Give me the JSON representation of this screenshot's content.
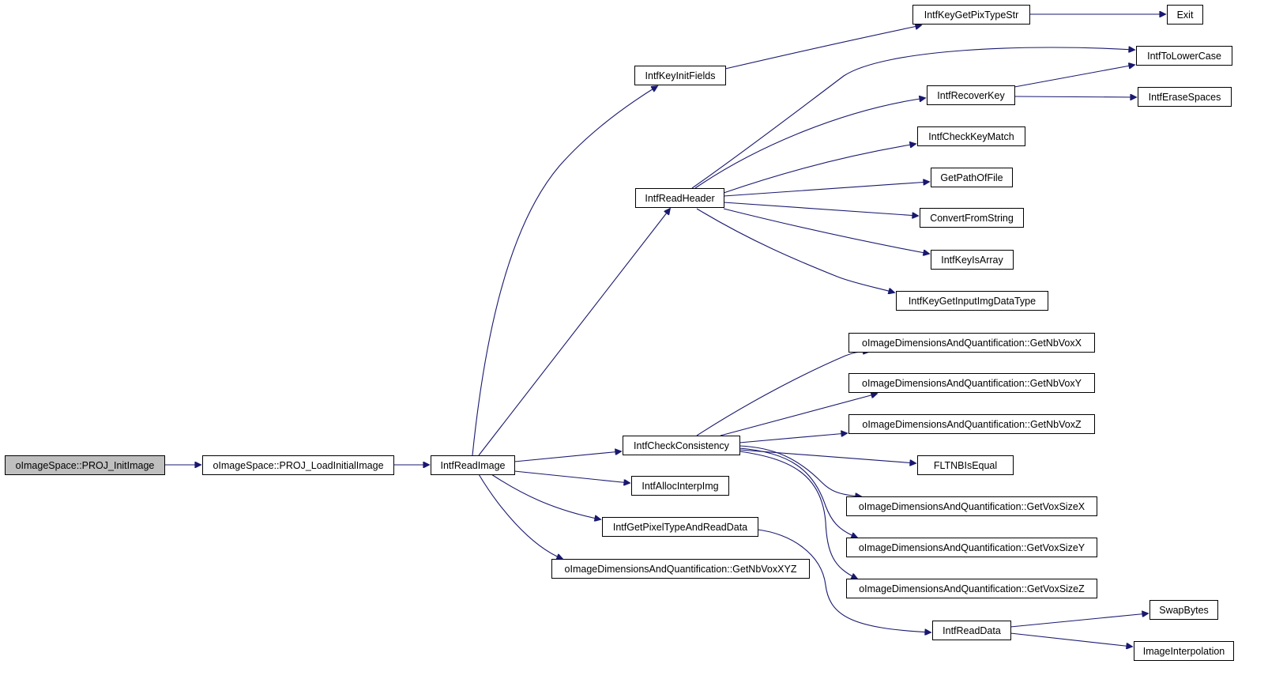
{
  "colors": {
    "edge": "#191970",
    "node_fill": "#ffffff",
    "root_fill": "#bfbfbf",
    "node_border": "#000000"
  },
  "nodes": [
    {
      "id": "n0",
      "label": "oImageSpace::PROJ_InitImage",
      "root": true
    },
    {
      "id": "n1",
      "label": "oImageSpace::PROJ_LoadInitialImage"
    },
    {
      "id": "n2",
      "label": "IntfReadImage"
    },
    {
      "id": "n3",
      "label": "IntfKeyInitFields"
    },
    {
      "id": "n4",
      "label": "IntfReadHeader"
    },
    {
      "id": "n5",
      "label": "IntfCheckConsistency"
    },
    {
      "id": "n6",
      "label": "IntfAllocInterpImg"
    },
    {
      "id": "n7",
      "label": "IntfGetPixelTypeAndReadData"
    },
    {
      "id": "n8",
      "label": "oImageDimensionsAndQuantification::GetNbVoxXYZ"
    },
    {
      "id": "n9",
      "label": "IntfKeyGetPixTypeStr"
    },
    {
      "id": "n10",
      "label": "Exit"
    },
    {
      "id": "n11",
      "label": "IntfToLowerCase"
    },
    {
      "id": "n12",
      "label": "IntfRecoverKey"
    },
    {
      "id": "n13",
      "label": "IntfEraseSpaces"
    },
    {
      "id": "n14",
      "label": "IntfCheckKeyMatch"
    },
    {
      "id": "n15",
      "label": "GetPathOfFile"
    },
    {
      "id": "n16",
      "label": "ConvertFromString"
    },
    {
      "id": "n17",
      "label": "IntfKeyIsArray"
    },
    {
      "id": "n18",
      "label": "IntfKeyGetInputImgDataType"
    },
    {
      "id": "n19",
      "label": "oImageDimensionsAndQuantification::GetNbVoxX"
    },
    {
      "id": "n20",
      "label": "oImageDimensionsAndQuantification::GetNbVoxY"
    },
    {
      "id": "n21",
      "label": "oImageDimensionsAndQuantification::GetNbVoxZ"
    },
    {
      "id": "n22",
      "label": "FLTNBIsEqual"
    },
    {
      "id": "n23",
      "label": "oImageDimensionsAndQuantification::GetVoxSizeX"
    },
    {
      "id": "n24",
      "label": "oImageDimensionsAndQuantification::GetVoxSizeY"
    },
    {
      "id": "n25",
      "label": "oImageDimensionsAndQuantification::GetVoxSizeZ"
    },
    {
      "id": "n26",
      "label": "IntfReadData"
    },
    {
      "id": "n27",
      "label": "SwapBytes"
    },
    {
      "id": "n28",
      "label": "ImageInterpolation"
    }
  ],
  "edges": [
    {
      "from": "n0",
      "to": "n1"
    },
    {
      "from": "n1",
      "to": "n2"
    },
    {
      "from": "n2",
      "to": "n3"
    },
    {
      "from": "n2",
      "to": "n4"
    },
    {
      "from": "n2",
      "to": "n5"
    },
    {
      "from": "n2",
      "to": "n6"
    },
    {
      "from": "n2",
      "to": "n7"
    },
    {
      "from": "n2",
      "to": "n8"
    },
    {
      "from": "n3",
      "to": "n9"
    },
    {
      "from": "n9",
      "to": "n10"
    },
    {
      "from": "n4",
      "to": "n11"
    },
    {
      "from": "n4",
      "to": "n12"
    },
    {
      "from": "n4",
      "to": "n14"
    },
    {
      "from": "n4",
      "to": "n15"
    },
    {
      "from": "n4",
      "to": "n16"
    },
    {
      "from": "n4",
      "to": "n17"
    },
    {
      "from": "n4",
      "to": "n18"
    },
    {
      "from": "n12",
      "to": "n11"
    },
    {
      "from": "n12",
      "to": "n13"
    },
    {
      "from": "n5",
      "to": "n19"
    },
    {
      "from": "n5",
      "to": "n20"
    },
    {
      "from": "n5",
      "to": "n21"
    },
    {
      "from": "n5",
      "to": "n22"
    },
    {
      "from": "n5",
      "to": "n23"
    },
    {
      "from": "n5",
      "to": "n24"
    },
    {
      "from": "n5",
      "to": "n25"
    },
    {
      "from": "n7",
      "to": "n26"
    },
    {
      "from": "n26",
      "to": "n27"
    },
    {
      "from": "n26",
      "to": "n28"
    }
  ]
}
